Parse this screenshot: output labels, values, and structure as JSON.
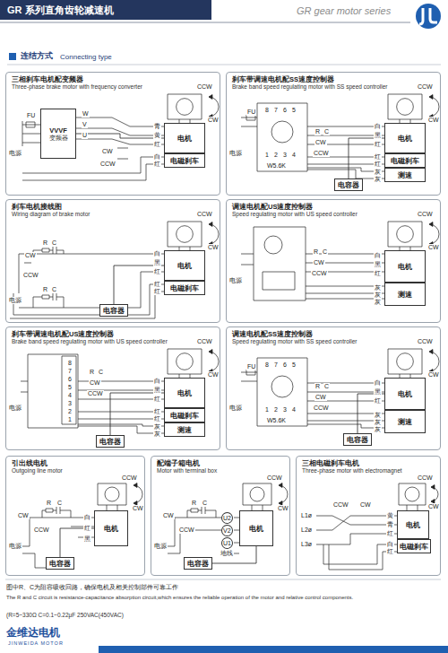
{
  "diagram": {
    "title": "GR 系列直角齿轮减速机",
    "nodes": [
      {
        "text": [
          "三相刹车电机配变频器",
          "Three-phase brake motor with frequency converter"
        ]
      },
      {
        "text": [
          "VVVF",
          "变频器"
        ],
        "in": 0
      },
      {
        "text": [
          "电机"
        ],
        "in": 0
      },
      {
        "text": [
          "电磁刹车"
        ],
        "in": 0
      },
      {
        "text": [
          "刹车带调速电机配SS速度控制器",
          "Brake band speed regulating motor with SS speed controller"
        ]
      },
      {
        "text": [
          "电机"
        ],
        "in": 4
      },
      {
        "text": [
          "电磁刹车"
        ],
        "in": 4
      },
      {
        "text": [
          "测速"
        ],
        "in": 4
      },
      {
        "text": [
          "电容器"
        ],
        "in": 4
      },
      {
        "text": [
          "刹车电机接线图",
          "Wiring diagram of brake motor"
        ]
      },
      {
        "text": [
          "电机"
        ],
        "in": 9
      },
      {
        "text": [
          "电磁刹车"
        ],
        "in": 9
      },
      {
        "text": [
          "电容器"
        ],
        "in": 9
      },
      {
        "text": [
          "调速电机配US速度控制器",
          "Speed regulating motor with US speed controller"
        ]
      },
      {
        "text": [
          "电机"
        ],
        "in": 13
      },
      {
        "text": [
          "测速"
        ],
        "in": 13
      },
      {
        "text": [
          "刹车带调速电机配US速度控制器",
          "Brake band speed regulating motor with US speed controller"
        ]
      },
      {
        "text": [
          "电机"
        ],
        "in": 16
      },
      {
        "text": [
          "电磁刹车"
        ],
        "in": 16
      },
      {
        "text": [
          "测速"
        ],
        "in": 16
      },
      {
        "text": [
          "电容器"
        ],
        "in": 16
      },
      {
        "text": [
          "调速电机配SS速度控制器",
          "Speed regulating motor with SS speed controller"
        ]
      },
      {
        "text": [
          "电机"
        ],
        "in": 21
      },
      {
        "text": [
          "测速"
        ],
        "in": 21
      },
      {
        "text": [
          "电容器"
        ],
        "in": 21
      },
      {
        "text": [
          "引出线电机",
          "Outgoing line motor"
        ]
      },
      {
        "text": [
          "电机"
        ],
        "in": 25
      },
      {
        "text": [
          "电容器"
        ],
        "in": 25
      },
      {
        "text": [
          "配端子箱电机",
          "Motor with terminal box"
        ]
      },
      {
        "text": [
          "电机"
        ],
        "in": 28
      },
      {
        "text": [
          "电容器"
        ],
        "in": 28
      },
      {
        "text": [
          "三相电磁刹车电机",
          "Three-phase motor with electromagnet"
        ]
      },
      {
        "text": [
          "电机"
        ],
        "in": 31
      },
      {
        "text": [
          "电磁刹车"
        ],
        "in": 31
      }
    ],
    "edges": [
      {
        "from": 1,
        "to": 2,
        "arrow": "none"
      },
      {
        "from": 8,
        "to": 5,
        "arrow": "none"
      },
      {
        "from": 12,
        "to": 10,
        "arrow": "none"
      },
      {
        "from": 20,
        "to": 17,
        "arrow": "none"
      },
      {
        "from": 24,
        "to": 22,
        "arrow": "none"
      },
      {
        "from": 27,
        "to": 26,
        "arrow": "none"
      },
      {
        "from": 30,
        "to": 29,
        "arrow": "none"
      }
    ],
    "labels": [
      "GR gear motor series",
      "连结方式",
      "Connecting type",
      "FU",
      "电源",
      "W",
      "V",
      "U",
      "CW",
      "CCW",
      "青",
      "黄",
      "红",
      "白",
      "红",
      "CCW",
      "CW",
      "FU",
      "电源",
      "8",
      "7",
      "6",
      "5",
      "1",
      "2",
      "3",
      "4",
      "R",
      "C",
      "CW",
      "CCW",
      "W5.6K",
      "白",
      "黑",
      "红",
      "红",
      "红",
      "灰",
      "灰",
      "CCW",
      "CW",
      "R",
      "C",
      "CW",
      "CCW",
      "R",
      "C",
      "电源",
      "白",
      "黑",
      "红",
      "红",
      "红",
      "CCW",
      "CW",
      "R",
      "C",
      "CW",
      "CCW",
      "电源",
      "白",
      "黑",
      "红",
      "灰",
      "灰",
      "灰",
      "CCW",
      "CW",
      "8",
      "7",
      "6",
      "5",
      "4",
      "3",
      "2",
      "1",
      "R",
      "C",
      "CW",
      "CCW",
      "电源",
      "白",
      "黑",
      "红",
      "红",
      "红",
      "灰",
      "灰",
      "CCW",
      "CW",
      "FU",
      "电源",
      "8",
      "7",
      "6",
      "5",
      "1",
      "2",
      "3",
      "4",
      "R",
      "C",
      "CW",
      "CCW",
      "W5.6K",
      "白",
      "黑",
      "红",
      "灰",
      "灰",
      "灰",
      "CCW",
      "CW",
      "R",
      "C",
      "CW",
      "CCW",
      "电源",
      "白",
      "红",
      "黑",
      "CCW",
      "CW",
      "R",
      "C",
      "CW",
      "CCW",
      "电源",
      "U2",
      "V2",
      "U1",
      "地线",
      "CCW",
      "CW",
      "L1ø",
      "L2ø",
      "L3ø",
      "CCW",
      "CW",
      "黄",
      "青",
      "红",
      "白",
      "红",
      "CCW",
      "CW",
      "图中R、C为阻容吸收回路，确保电机及相关控制部件可靠工作",
      "The R and C circuit is resistance-capacitance absorption circuit,which ensures the reliable operation of the motor and relative control components.",
      "(R=5~330Ω C=0.1~0.22μF 250VAC(450VAC)",
      "金维达电机",
      "JINWEIDA MOTOR"
    ]
  }
}
